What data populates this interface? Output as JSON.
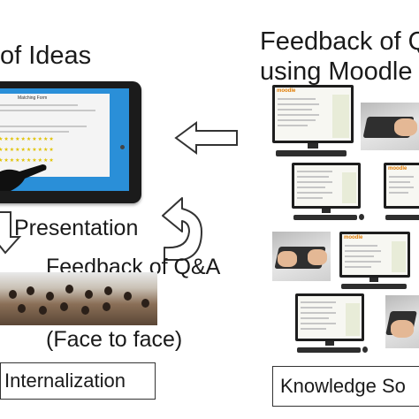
{
  "left_title": "of Ideas",
  "right_title_line1": "Feedback of Q",
  "right_title_line2": "using Moodle",
  "presentation_label": "Presentation",
  "feedback_label": "Feedback of Q&A",
  "face_to_face_label": "(Face to face)",
  "internalization_label": "Internalization",
  "knowledge_label": "Knowledge So",
  "tablet_form_title": "Matching Form",
  "moodle_brand": "moodle",
  "colors": {
    "tablet_screen": "#2a8fd8",
    "moodle_orange": "#e07a00",
    "arrow_stroke": "#333333"
  }
}
